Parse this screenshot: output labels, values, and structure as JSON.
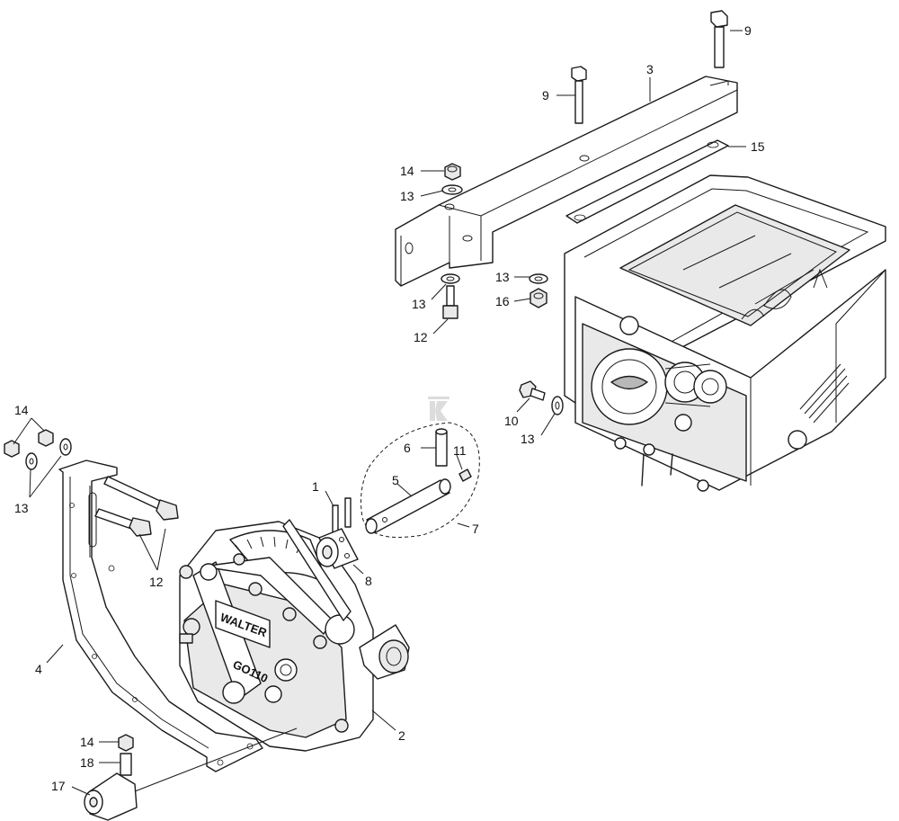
{
  "callouts": {
    "c1": "1",
    "c2": "2",
    "c3": "3",
    "c4": "4",
    "c5": "5",
    "c6": "6",
    "c7": "7",
    "c8": "8",
    "c9a": "9",
    "c9b": "9",
    "c10": "10",
    "c11": "11",
    "c12a": "12",
    "c12b": "12",
    "c13a": "13",
    "c13b": "13",
    "c13c": "13",
    "c13d": "13",
    "c13e": "13",
    "c14a": "14",
    "c14b": "14",
    "c14c": "14",
    "c15": "15",
    "c16": "16",
    "c17": "17",
    "c18": "18"
  },
  "gearbox_plate": {
    "brand": "WALTER",
    "model": "GO110"
  },
  "colors": {
    "line": "#1a1a1a",
    "fill": "#ffffff",
    "shade": "#e9e9e9",
    "watermark": "#dcdcdc"
  },
  "icons": {
    "watermark": "k-logo-watermark"
  }
}
